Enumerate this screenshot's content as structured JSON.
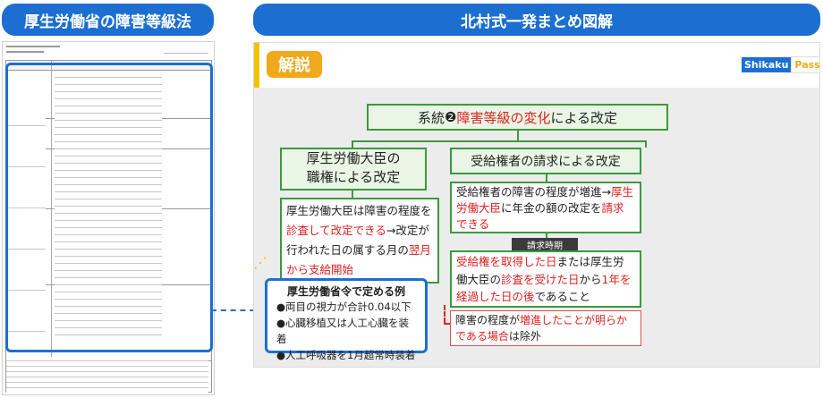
{
  "left_heading": "厚生労働省の障害等級法",
  "right_heading": "北村式一発まとめ図解",
  "badge": "解説",
  "logo": {
    "part1": "Shikaku",
    "part2": "Pass"
  },
  "top_box": {
    "prefix": "系統",
    "num": "❷",
    "highlight": "障害等級の変化",
    "suffix": "による改定"
  },
  "left_branch": {
    "title_line1": "厚生労働大臣の",
    "title_line2": "職権による改定",
    "body_a": "厚生労働大臣は障害の程度を",
    "body_b": "診査して改定できる",
    "body_c": "→改定が行われた日の属する月の",
    "body_d": "翌月から支給開始"
  },
  "right_branch": {
    "title": "受給権者の請求による改定",
    "body_a": "受給権者の障害の程度が増進",
    "body_b": "→",
    "body_c": "厚生労働大臣",
    "body_d": "に年金の額の改定を",
    "body_e": "請求できる",
    "tag": "請求時期",
    "time_a": "受給権を取得した日",
    "time_b": "または厚生労働大臣の",
    "time_c": "診査を受けた日",
    "time_d": "から",
    "time_e": "1年を経過した日の後",
    "time_f": "であること",
    "exc_a": "障害の程度が",
    "exc_b": "増進したことが明らかである場合",
    "exc_c": "は除外"
  },
  "ordinance": {
    "title": "厚生労働省令で定める例",
    "items": [
      "●両目の視力が合計0.04以下",
      "●心臓移植又は人工心臓を装着",
      "●人工呼吸器を1月超常時装着"
    ]
  }
}
